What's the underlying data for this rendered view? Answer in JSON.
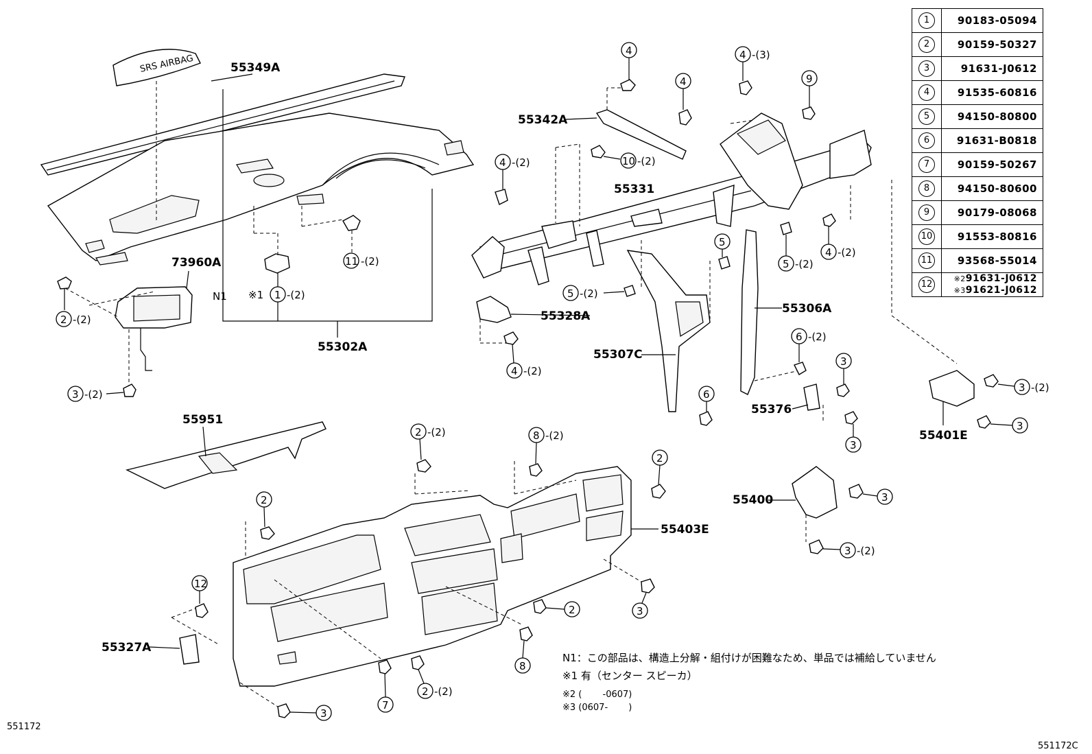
{
  "parts_table": [
    {
      "no": "1",
      "part": "90183-05094"
    },
    {
      "no": "2",
      "part": "90159-50327"
    },
    {
      "no": "3",
      "part": "91631-J0612"
    },
    {
      "no": "4",
      "part": "91535-60816"
    },
    {
      "no": "5",
      "part": "94150-80800"
    },
    {
      "no": "6",
      "part": "91631-B0818"
    },
    {
      "no": "7",
      "part": "90159-50267"
    },
    {
      "no": "8",
      "part": "94150-80600"
    },
    {
      "no": "9",
      "part": "90179-08068"
    },
    {
      "no": "10",
      "part": "91553-80816"
    },
    {
      "no": "11",
      "part": "93568-55014"
    }
  ],
  "parts_table_last": {
    "no": "12",
    "mark_a": "※2",
    "part_a": "91631-J0612",
    "mark_b": "※3",
    "part_b": "91621-J0612"
  },
  "labels": {
    "p55349A": "55349A",
    "p73960A": "73960A",
    "p55302A": "55302A",
    "n1": "N1",
    "ref_note1": "※1",
    "p55342A": "55342A",
    "p55331": "55331",
    "p55328A": "55328A",
    "p55307C": "55307C",
    "p55306A": "55306A",
    "p55376": "55376",
    "p55401E": "55401E",
    "p55400": "55400",
    "p55951": "55951",
    "p55403E": "55403E",
    "p55327A": "55327A"
  },
  "callouts": {
    "n1": "1",
    "n2": "2",
    "n3": "3",
    "n4": "4",
    "n5": "5",
    "n6": "6",
    "n7": "7",
    "n8": "8",
    "n9": "9",
    "n10": "10",
    "n11": "11",
    "n12": "12",
    "qty2": "-(2)",
    "qty3": "-(3)"
  },
  "notes": {
    "line1": "N1：この部品は、構造上分解・組付けが困難なため、単品では補給していません",
    "line2": "※1 有（センター スピーカ）",
    "line3": "※2 (　　 -0607)",
    "line4": "※3 (0607- 　　)"
  },
  "codes": {
    "left": "551172",
    "right": "551172C"
  }
}
